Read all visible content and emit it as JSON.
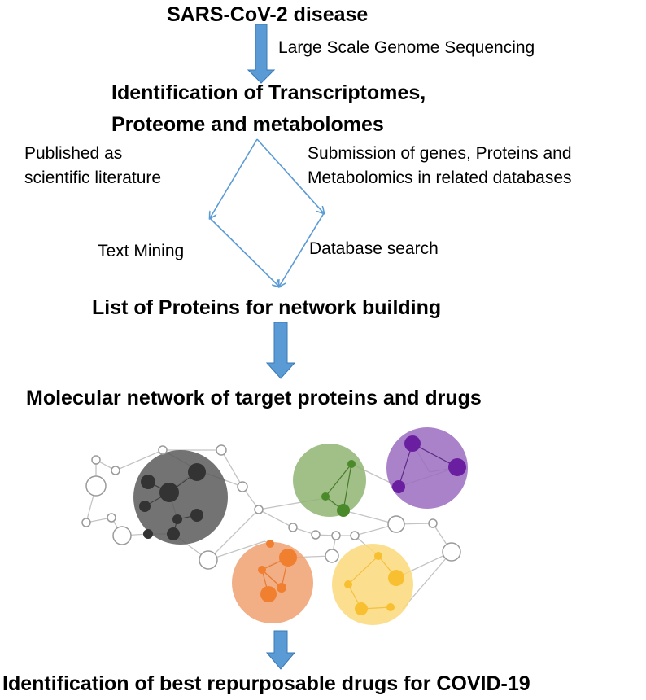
{
  "steps": {
    "step1": "SARS-CoV-2 disease",
    "step1_arrow_label": "Large Scale Genome Sequencing",
    "step2_line1": "Identification of Transcriptomes,",
    "step2_line2": "Proteome and metabolomes",
    "left_branch_line1": "Published  as",
    "left_branch_line2": "scientific literature",
    "right_branch_line1": "Submission of genes, Proteins and",
    "right_branch_line2": "Metabolomics  in related databases",
    "left_method": "Text Mining",
    "right_method": "Database search",
    "step3": "List of Proteins for network building",
    "step4": "Molecular network of target proteins and drugs",
    "step5": "Identification of best repurposable drugs for COVID-19"
  },
  "colors": {
    "block_arrow": "#5b9bd5",
    "thin_arrow": "#5b9bd5",
    "cluster_gray": "#666666",
    "cluster_green": "#8fb573",
    "cluster_purple": "#9b6cc0",
    "cluster_orange": "#f0a070",
    "cluster_yellow": "#fbd97a"
  }
}
